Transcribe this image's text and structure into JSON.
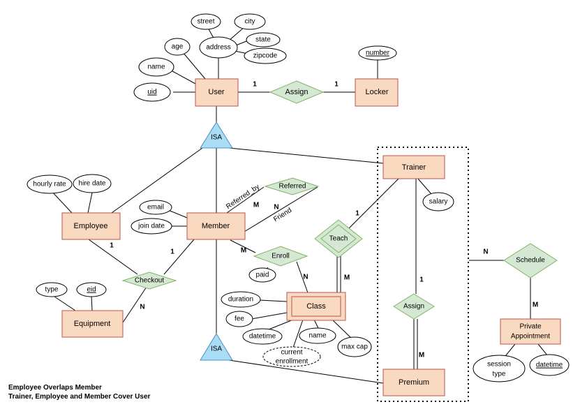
{
  "entities": {
    "user": "User",
    "locker": "Locker",
    "trainer": "Trainer",
    "employee": "Employee",
    "member": "Member",
    "equipment": "Equipment",
    "class": "Class",
    "premium": "Premium",
    "private_appointment_line1": "Private",
    "private_appointment_line2": "Appointment"
  },
  "relationships": {
    "assign_user_locker": "Assign",
    "referred": "Referred",
    "teach": "Teach",
    "enroll": "Enroll",
    "checkout": "Checkout",
    "assign_trainer_premium": "Assign",
    "schedule": "Schedule"
  },
  "isa": {
    "top": "ISA",
    "bottom": "ISA"
  },
  "attributes": {
    "street": "street",
    "city": "city",
    "state": "state",
    "zipcode": "zipcode",
    "address": "address",
    "age": "age",
    "name_user": "name",
    "uid": "uid",
    "number": "number",
    "hourly_rate": "hourly rate",
    "hire_date": "hire date",
    "email": "email",
    "join_date": "join date",
    "salary": "salary",
    "paid": "paid",
    "type": "type",
    "eid": "eid",
    "duration": "duration",
    "fee": "fee",
    "datetime_class": "datetime",
    "name_class": "name",
    "max_cap": "max cap",
    "current_enrollment_line1": "current",
    "current_enrollment_line2": "enrollment",
    "session_type_line1": "session",
    "session_type_line2": "type",
    "datetime_appt": "datetime"
  },
  "role_labels": {
    "referred_by": "Referred_by",
    "friend": "Friend"
  },
  "cardinalities": {
    "user_assign": "1",
    "assign_locker": "1",
    "member_referred": "M",
    "referred_friend": "N",
    "trainer_teach": "1",
    "teach_class": "M",
    "member_enroll": "M",
    "enroll_class": "N",
    "employee_checkout": "1",
    "member_checkout": "1",
    "checkout_equipment": "N",
    "trainer_assign": "1",
    "assign_premium": "M",
    "group_schedule": "N",
    "schedule_appt": "M"
  },
  "notes": {
    "line1": "Employee Overlaps Member",
    "line2": "Trainer, Employee and Member Cover User"
  }
}
